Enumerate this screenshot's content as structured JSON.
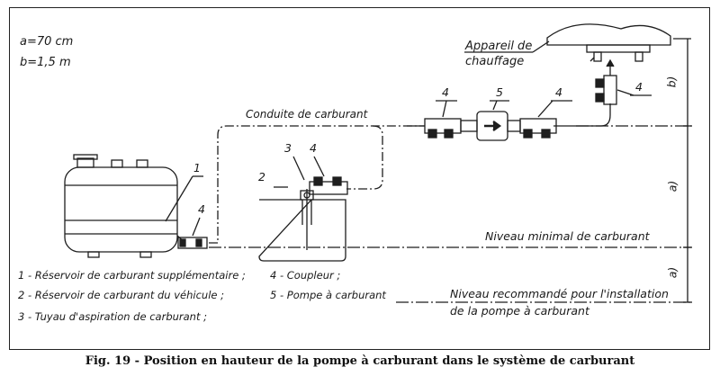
{
  "dimensions": {
    "a": "a=70 cm",
    "b": "b=1,5 m"
  },
  "labels": {
    "heater": "Appareil de chauffage",
    "heater_line1": "Appareil de",
    "heater_line2": "chauffage",
    "conduit": "Conduite de carburant",
    "min_level": "Niveau minimal de carburant",
    "rec_level_line1": "Niveau recommandé pour l'installation",
    "rec_level_line2": "de la pompe à carburant"
  },
  "callouts": {
    "n1": "1",
    "n2": "2",
    "n3": "3",
    "n4_heater": "4",
    "n4_left": "4",
    "n5": "5",
    "n4_right": "4",
    "n4_tank": "4",
    "n4_aux": "4"
  },
  "side_dims": {
    "b": "b)",
    "a_upper": "a)",
    "a_lower": "a)"
  },
  "legend": [
    "1 - Réservoir de carburant supplémentaire ;",
    "2 - Réservoir de carburant du véhicule ;",
    "3 - Tuyau d'aspiration de carburant ;",
    "4 - Coupleur ;",
    "5 - Pompe à carburant"
  ],
  "caption": "Fig. 19 - Position en hauteur de la pompe à carburant dans le système de carburant"
}
